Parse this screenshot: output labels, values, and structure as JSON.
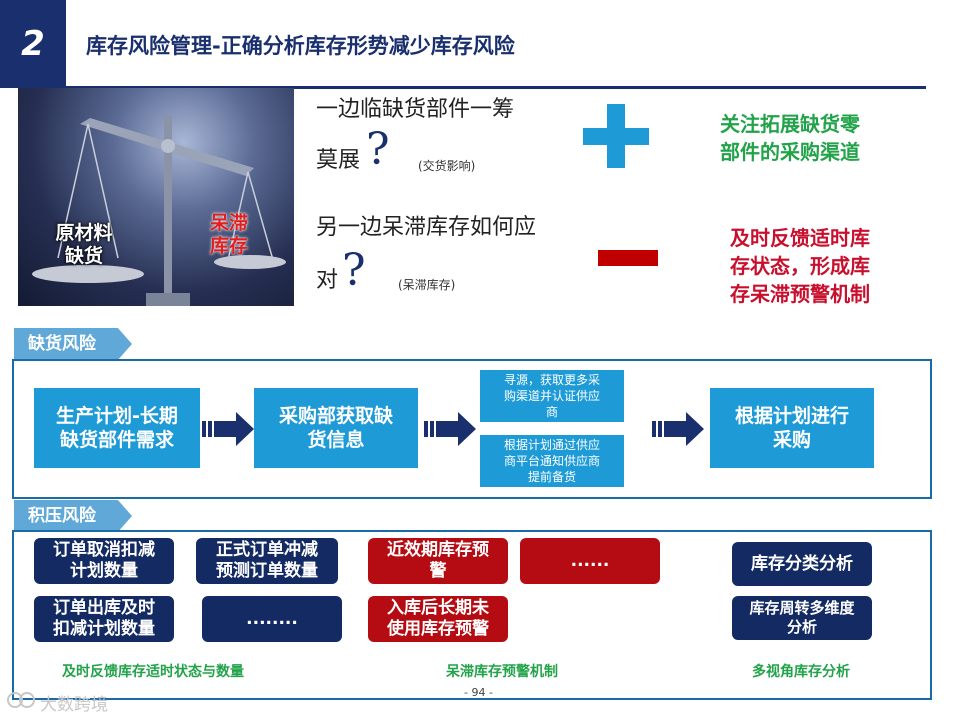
{
  "header": {
    "number": "2",
    "title": "库存风险管理-正确分析库存形势减少库存风险"
  },
  "scale_image": {
    "left_label": "原材料\n缺货",
    "right_label": "呆滞\n库存"
  },
  "shortage_question": {
    "text_line1": "一边临缺货部件一筹",
    "text_line2": "莫展",
    "mark": "?",
    "note": "(交货影响)"
  },
  "stagnant_question": {
    "text_line1": "另一边呆滞库存如何应",
    "text_line2": "对",
    "mark": "?",
    "note": "(呆滞库存)"
  },
  "plus_text": "关注拓展缺货零\n部件的采购渠道",
  "minus_text": "及时反馈适时库\n存状态，形成库\n存呆滞预警机制",
  "shortage_section": {
    "label": "缺货风险",
    "step1": "生产计划-长期\n缺货部件需求",
    "step2": "采购部获取缺\n货信息",
    "step3a": "寻源，获取更多采\n购渠道并认证供应\n商",
    "step3b": "根据计划通过供应\n商平台通知供应商\n提前备货",
    "step4": "根据计划进行\n采购"
  },
  "overstock_section": {
    "label": "积压风险",
    "cancel_order": "订单取消扣减\n计划数量",
    "formal_order": "正式订单冲减\n预测订单数量",
    "outbound": "订单出库及时\n扣减计划数量",
    "ellipsis_navy": "........",
    "near_expiry": "近效期库存预\n警",
    "ellipsis_red": "......",
    "long_unused": "入库后长期未\n使用库存预警",
    "classification": "库存分类分析",
    "turnover": "库存周转多维度\n分析",
    "caption_left": "及时反馈库存适时状态与数量",
    "caption_mid": "呆滞库存预警机制",
    "caption_right": "多视角库存分析"
  },
  "page_number": "- 94 -",
  "watermark": "大数跨境",
  "colors": {
    "navy": "#1a2f6e",
    "blue": "#1e9bd7",
    "green": "#22a34a",
    "red": "#c00000"
  }
}
